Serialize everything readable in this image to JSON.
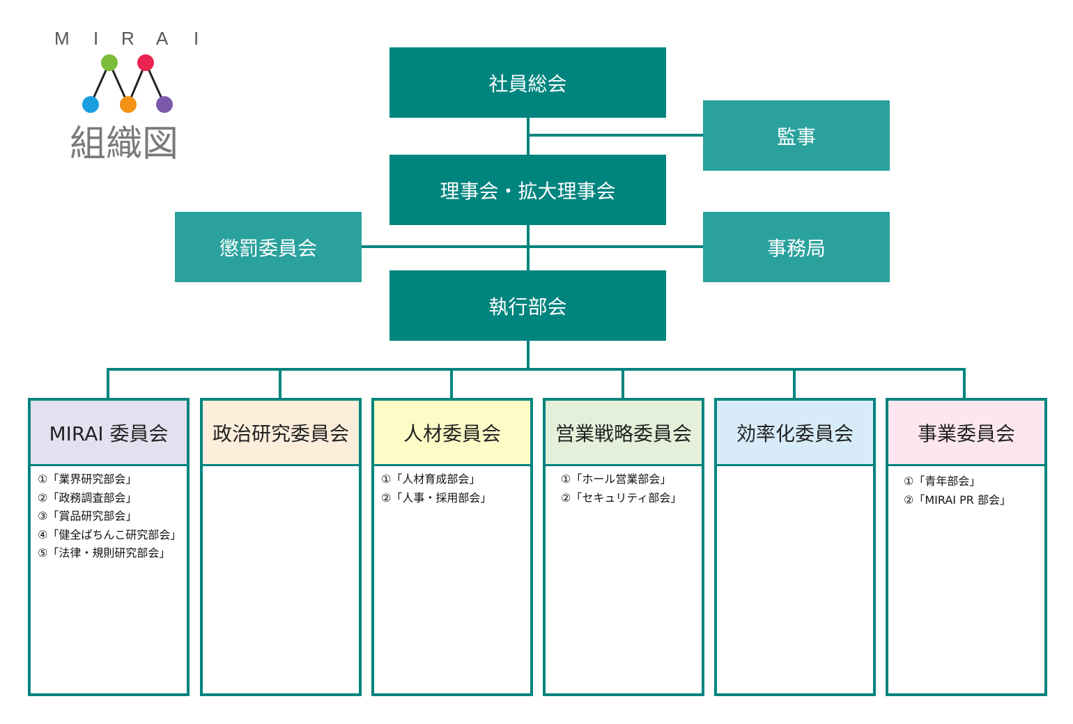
{
  "logo": {
    "letters": [
      "M",
      "I",
      "R",
      "A",
      "I"
    ],
    "subtitle": "組織図",
    "dot_colors": [
      "#7bbd3a",
      "#e8244f",
      "#1b9ee0",
      "#f39216",
      "#7c5aab"
    ],
    "line_color": "#222222"
  },
  "colors": {
    "primary": "#00847e",
    "secondary": "#2aa19c",
    "text_on_primary": "#ffffff"
  },
  "nodes": {
    "general_meeting": "社員総会",
    "auditor": "監事",
    "board": "理事会・拡大理事会",
    "discipline_committee": "懲罰委員会",
    "secretariat": "事務局",
    "executive": "執行部会"
  },
  "committees": [
    {
      "name": "MIRAI 委員会",
      "header_color": "#e2e1ef",
      "items": [
        "①「業界研究部会」",
        "②「政務調査部会」",
        "③「賞品研究部会」",
        "④「健全ぱちんこ研究部会」",
        "⑤「法律・規則研究部会」"
      ]
    },
    {
      "name": "政治研究委員会",
      "header_color": "#fdeedc",
      "items": []
    },
    {
      "name": "人材委員会",
      "header_color": "#fdfbc6",
      "items": [
        "①「人材育成部会」",
        "②「人事・採用部会」"
      ]
    },
    {
      "name": "営業戦略委員会",
      "header_color": "#e4f0da",
      "items": [
        "①「ホール営業部会」",
        "②「セキュリティ部会」"
      ]
    },
    {
      "name": "効率化委員会",
      "header_color": "#d7ecf8",
      "items": []
    },
    {
      "name": "事業委員会",
      "header_color": "#fce6ef",
      "items": [
        "①「青年部会」",
        "②「MIRAI PR 部会」"
      ]
    }
  ]
}
